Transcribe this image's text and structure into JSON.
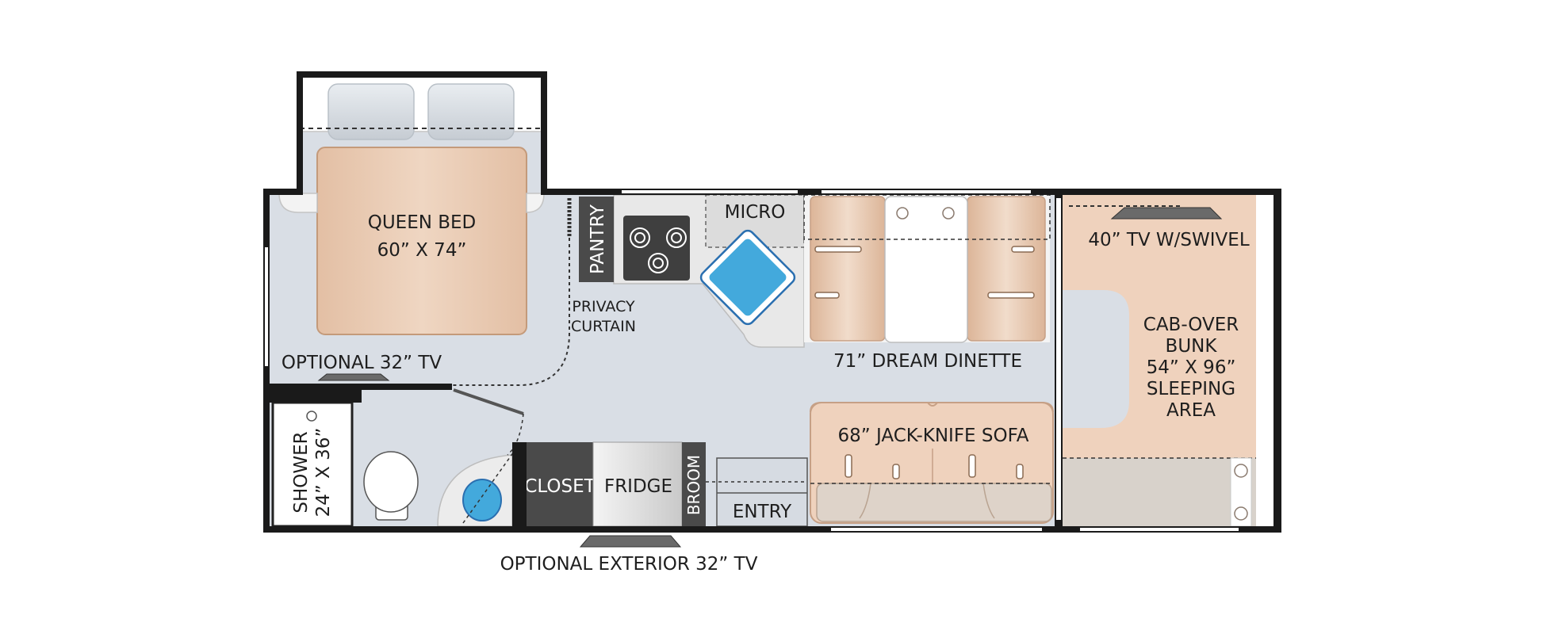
{
  "colors": {
    "floor": "#d9dee5",
    "wall": "#1a1a1a",
    "bed": "#eccfb8",
    "cabinet": "#4a4a4a",
    "water": "#43a9dc",
    "counter": "#e6e6e6"
  },
  "labels": {
    "queen_bed_line1": "QUEEN BED",
    "queen_bed_line2": "60” X 74”",
    "pantry": "PANTRY",
    "micro": "MICRO",
    "privacy_line1": "PRIVACY",
    "privacy_line2": "CURTAIN",
    "dinette": "71” DREAM DINETTE",
    "tv_swivel": "40” TV W/SWIVEL",
    "bunk_line1": "CAB-OVER",
    "bunk_line2": "BUNK",
    "bunk_line3": "54” X 96”",
    "bunk_line4": "SLEEPING",
    "bunk_line5": "AREA",
    "optional_tv": "OPTIONAL 32” TV",
    "shower_line1": "SHOWER",
    "shower_line2": "24” X 36”",
    "closet": "CLOSET",
    "fridge": "FRIDGE",
    "broom": "BROOM",
    "entry": "ENTRY",
    "sofa": "68” JACK-KNIFE SOFA",
    "exterior_tv": "OPTIONAL EXTERIOR 32” TV"
  }
}
